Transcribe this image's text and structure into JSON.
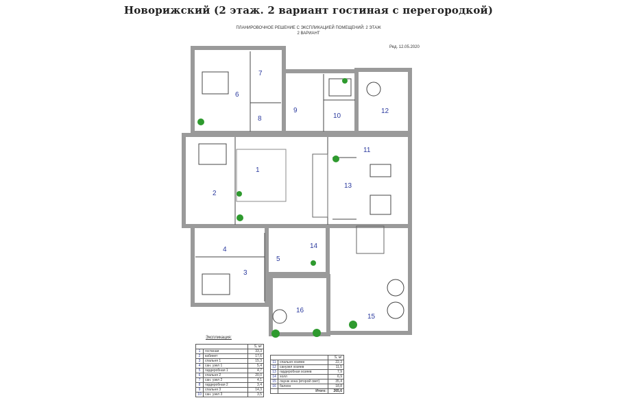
{
  "title": "Новорижский (2 этаж. 2 вариант гостиная с перегородкой)",
  "subtitle_line1": "ПЛАНИРОВОЧНОЕ РЕШЕНИЕ С ЭКСПЛИКАЦИЕЙ ПОМЕЩЕНИЙ: 2 ЭТАЖ",
  "subtitle_line2": "2 ВАРИАНТ",
  "revision": "Ред. 12.05.2020",
  "room_numbers": [
    "1",
    "2",
    "3",
    "4",
    "5",
    "6",
    "7",
    "8",
    "9",
    "10",
    "11",
    "12",
    "13",
    "14",
    "15",
    "16"
  ],
  "legend": {
    "title": "Экспликация:",
    "unit": "S, м²",
    "table1": [
      {
        "n": "1",
        "name": "гостиная",
        "area": "33,3"
      },
      {
        "n": "2",
        "name": "кабинет",
        "area": "17,6"
      },
      {
        "n": "3",
        "name": "спальня 1",
        "area": "15,3"
      },
      {
        "n": "4",
        "name": "сан. узел 1",
        "area": "5,4"
      },
      {
        "n": "5",
        "name": "гардеробная 1",
        "area": "4,7"
      },
      {
        "n": "6",
        "name": "спальня 2",
        "area": "20,0"
      },
      {
        "n": "7",
        "name": "сан. узел 2",
        "area": "4,1"
      },
      {
        "n": "8",
        "name": "гардеробная 2",
        "area": "3,4"
      },
      {
        "n": "9",
        "name": "спальня 3",
        "area": "14,3"
      },
      {
        "n": "10",
        "name": "сан. узел 3",
        "area": "3,5"
      }
    ],
    "table2": [
      {
        "n": "11",
        "name": "спальня хозяев",
        "area": "22,3"
      },
      {
        "n": "12",
        "name": "санузел хозяев",
        "area": "11,5"
      },
      {
        "n": "13",
        "name": "гардеробная хозяев",
        "area": "7,9"
      },
      {
        "n": "14",
        "name": "холл",
        "area": "6,9"
      },
      {
        "n": "15",
        "name": "лаунж зона (второй свет)",
        "area": "35,4"
      },
      {
        "n": "16",
        "name": "балкон",
        "area": "18,8"
      }
    ],
    "total_label": "Итого:",
    "total": "265,6"
  }
}
